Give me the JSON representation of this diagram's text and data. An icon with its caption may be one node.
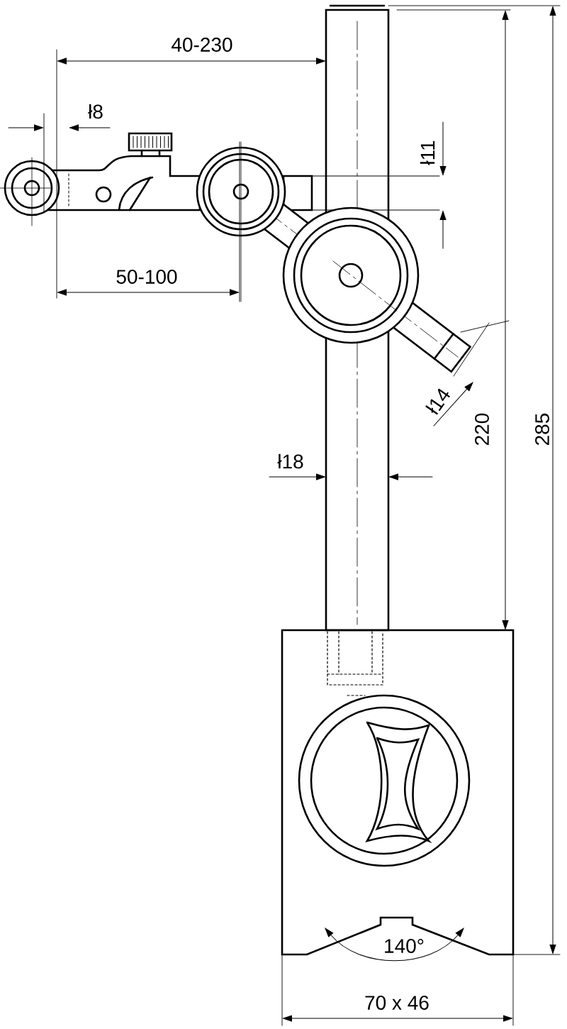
{
  "diagram": {
    "labels": [
      "40-230",
      "ł8",
      "ł11",
      "50-100",
      "ł14",
      "ł18",
      "220",
      "285",
      "140°",
      "70 x 46"
    ]
  }
}
